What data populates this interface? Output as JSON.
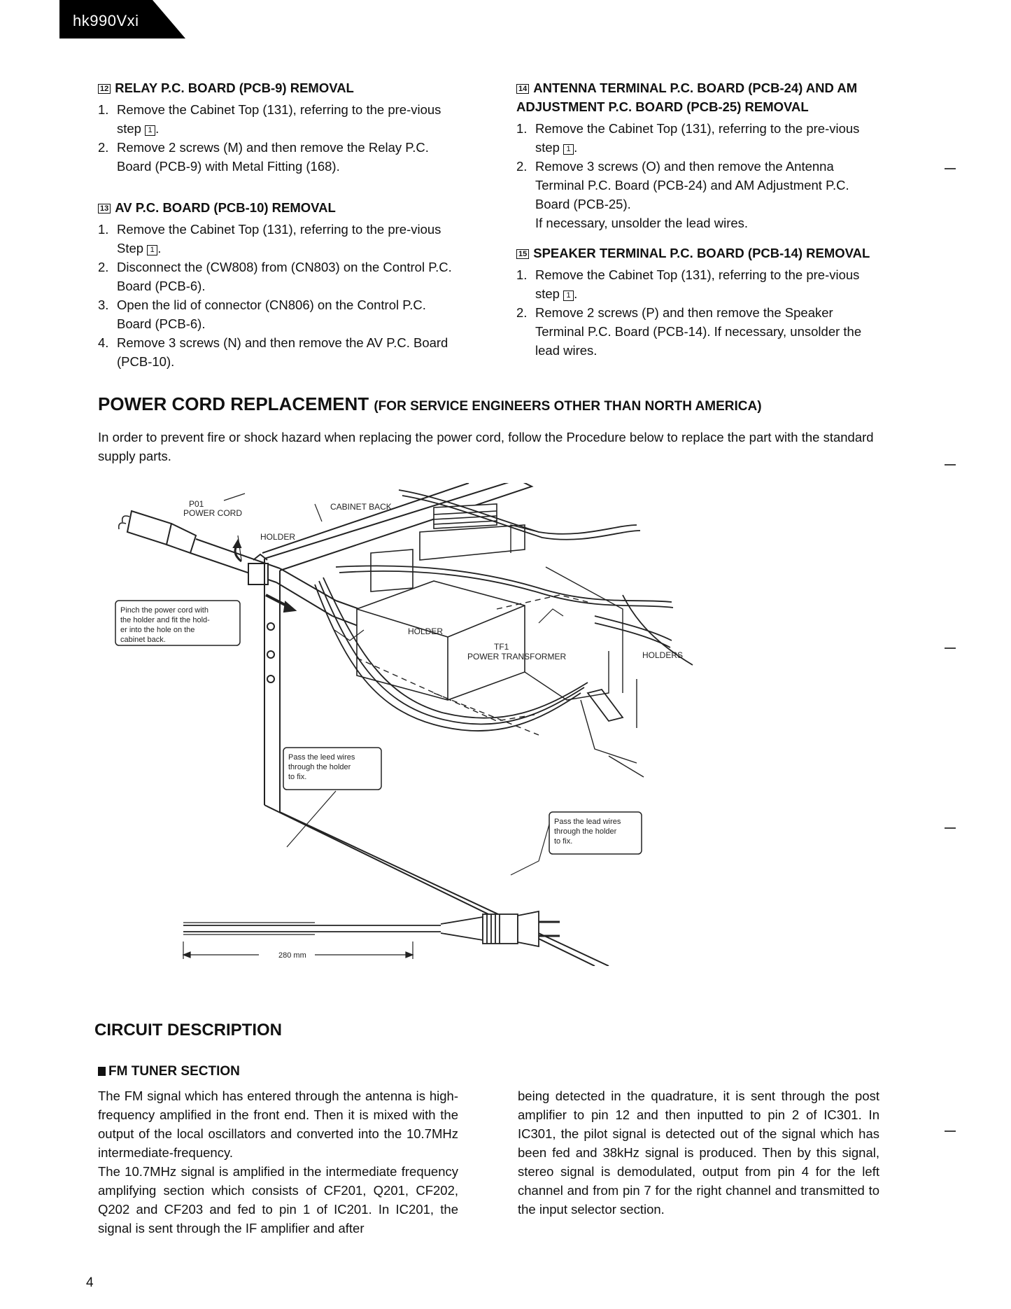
{
  "header": {
    "model": "hk990Vxi"
  },
  "left_sections": [
    {
      "num": "12",
      "title": "RELAY P.C. BOARD (PCB-9) REMOVAL",
      "steps": [
        {
          "n": "1.",
          "text": "Remove the Cabinet Top (131), referring to the pre-vious step",
          "ref": "1",
          "after": "."
        },
        {
          "n": "2.",
          "text": "Remove 2 screws (M) and then remove the Relay P.C. Board (PCB-9) with Metal Fitting (168).",
          "ref": "",
          "after": ""
        }
      ]
    },
    {
      "num": "13",
      "title": "AV P.C. BOARD (PCB-10) REMOVAL",
      "steps": [
        {
          "n": "1.",
          "text": "Remove the Cabinet Top (131), referring to the pre-vious Step",
          "ref": "1",
          "after": "."
        },
        {
          "n": "2.",
          "text": "Disconnect the (CW808) from (CN803) on the Control P.C. Board (PCB-6).",
          "ref": "",
          "after": ""
        },
        {
          "n": "3.",
          "text": "Open the lid of connector (CN806) on the Control P.C. Board (PCB-6).",
          "ref": "",
          "after": ""
        },
        {
          "n": "4.",
          "text": "Remove 3 screws (N) and then remove the AV P.C. Board (PCB-10).",
          "ref": "",
          "after": ""
        }
      ]
    }
  ],
  "right_sections": [
    {
      "num": "14",
      "title": "ANTENNA TERMINAL P.C. BOARD (PCB-24) AND AM ADJUSTMENT P.C. BOARD (PCB-25) REMOVAL",
      "steps": [
        {
          "n": "1.",
          "text": "Remove the Cabinet Top (131), referring to the pre-vious step",
          "ref": "1",
          "after": "."
        },
        {
          "n": "2.",
          "text": "Remove 3 screws (O) and then remove the Antenna Terminal P.C. Board (PCB-24) and AM Adjustment P.C. Board (PCB-25).",
          "ref": "",
          "after": ""
        }
      ],
      "note": "If necessary, unsolder the lead wires."
    },
    {
      "num": "15",
      "title": "SPEAKER TERMINAL P.C. BOARD (PCB-14) REMOVAL",
      "steps": [
        {
          "n": "1.",
          "text": "Remove the Cabinet Top (131), referring to the pre-vious step",
          "ref": "1",
          "after": "."
        },
        {
          "n": "2.",
          "text": "Remove 2 screws (P) and then remove the Speaker Terminal P.C. Board (PCB-14). If necessary, unsolder the lead wires.",
          "ref": "",
          "after": ""
        }
      ],
      "note": ""
    }
  ],
  "power_cord": {
    "title": "POWER CORD REPLACEMENT",
    "subtitle": "(FOR SERVICE ENGINEERS OTHER THAN NORTH AMERICA)",
    "intro": "In order to prevent fire or shock hazard when replacing the power cord, follow the Procedure below to replace the part with the standard supply parts."
  },
  "figure": {
    "p01": "P01",
    "power_cord": "POWER CORD",
    "cabinet_back": "CABINET BACK",
    "holder": "HOLDER",
    "holder2": "HOLDER",
    "holders": "HOLDERS",
    "tf1": "TF1",
    "power_transformer": "POWER TRANSFORMER",
    "note1": [
      "Pinch the power cord with",
      "the holder and fit the hold-",
      "er into the hole on the",
      "cabinet back."
    ],
    "note2": [
      "Pass the leed wires",
      "through the holder",
      "to fix."
    ],
    "note3": [
      "Pass the lead wires",
      "through the holder",
      "to fix."
    ],
    "dimension": "280 mm"
  },
  "circuit": {
    "title": "CIRCUIT DESCRIPTION",
    "fm_title": "FM TUNER SECTION",
    "left_p1": "The FM signal which has entered through the antenna is high-frequency amplified in the front end. Then it is mixed with the output of the local oscillators and converted into the 10.7MHz intermediate-frequency.",
    "left_p2": "The 10.7MHz signal is amplified in the intermediate frequency amplifying section which consists of CF201, Q201, CF202, Q202 and CF203 and fed to pin 1 of IC201. In IC201, the signal is sent through the IF amplifier and after",
    "right_p1": "being detected in the quadrature, it is sent through the post amplifier to pin 12 and then inputted to pin 2 of IC301. In IC301, the pilot signal is detected out of the signal which has been fed and 38kHz signal is produced. Then by this signal, stereo signal is demodulated, output from pin 4 for the left channel and from pin 7 for the right channel and transmitted to the input selector section."
  },
  "page_number": "4"
}
